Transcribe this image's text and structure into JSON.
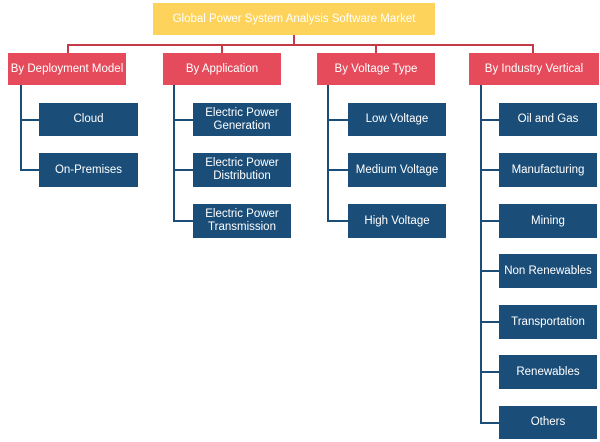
{
  "title": "Global Power System Analysis Software Market",
  "categories": [
    {
      "label": "By Deployment Model",
      "items": [
        "Cloud",
        "On-Premises"
      ]
    },
    {
      "label": "By Application",
      "items": [
        "Electric Power Generation",
        "Electric Power Distribution",
        "Electric Power Transmission"
      ]
    },
    {
      "label": "By Voltage Type",
      "items": [
        "Low Voltage",
        "Medium Voltage",
        "High Voltage"
      ]
    },
    {
      "label": "By Industry Vertical",
      "items": [
        "Oil and Gas",
        "Manufacturing",
        "Mining",
        "Non Renewables",
        "Transportation",
        "Renewables",
        "Others"
      ]
    }
  ],
  "colors": {
    "root": "#fdd35c",
    "category": "#e54b5a",
    "leaf": "#1a4d78",
    "connector": "#c43a48"
  }
}
